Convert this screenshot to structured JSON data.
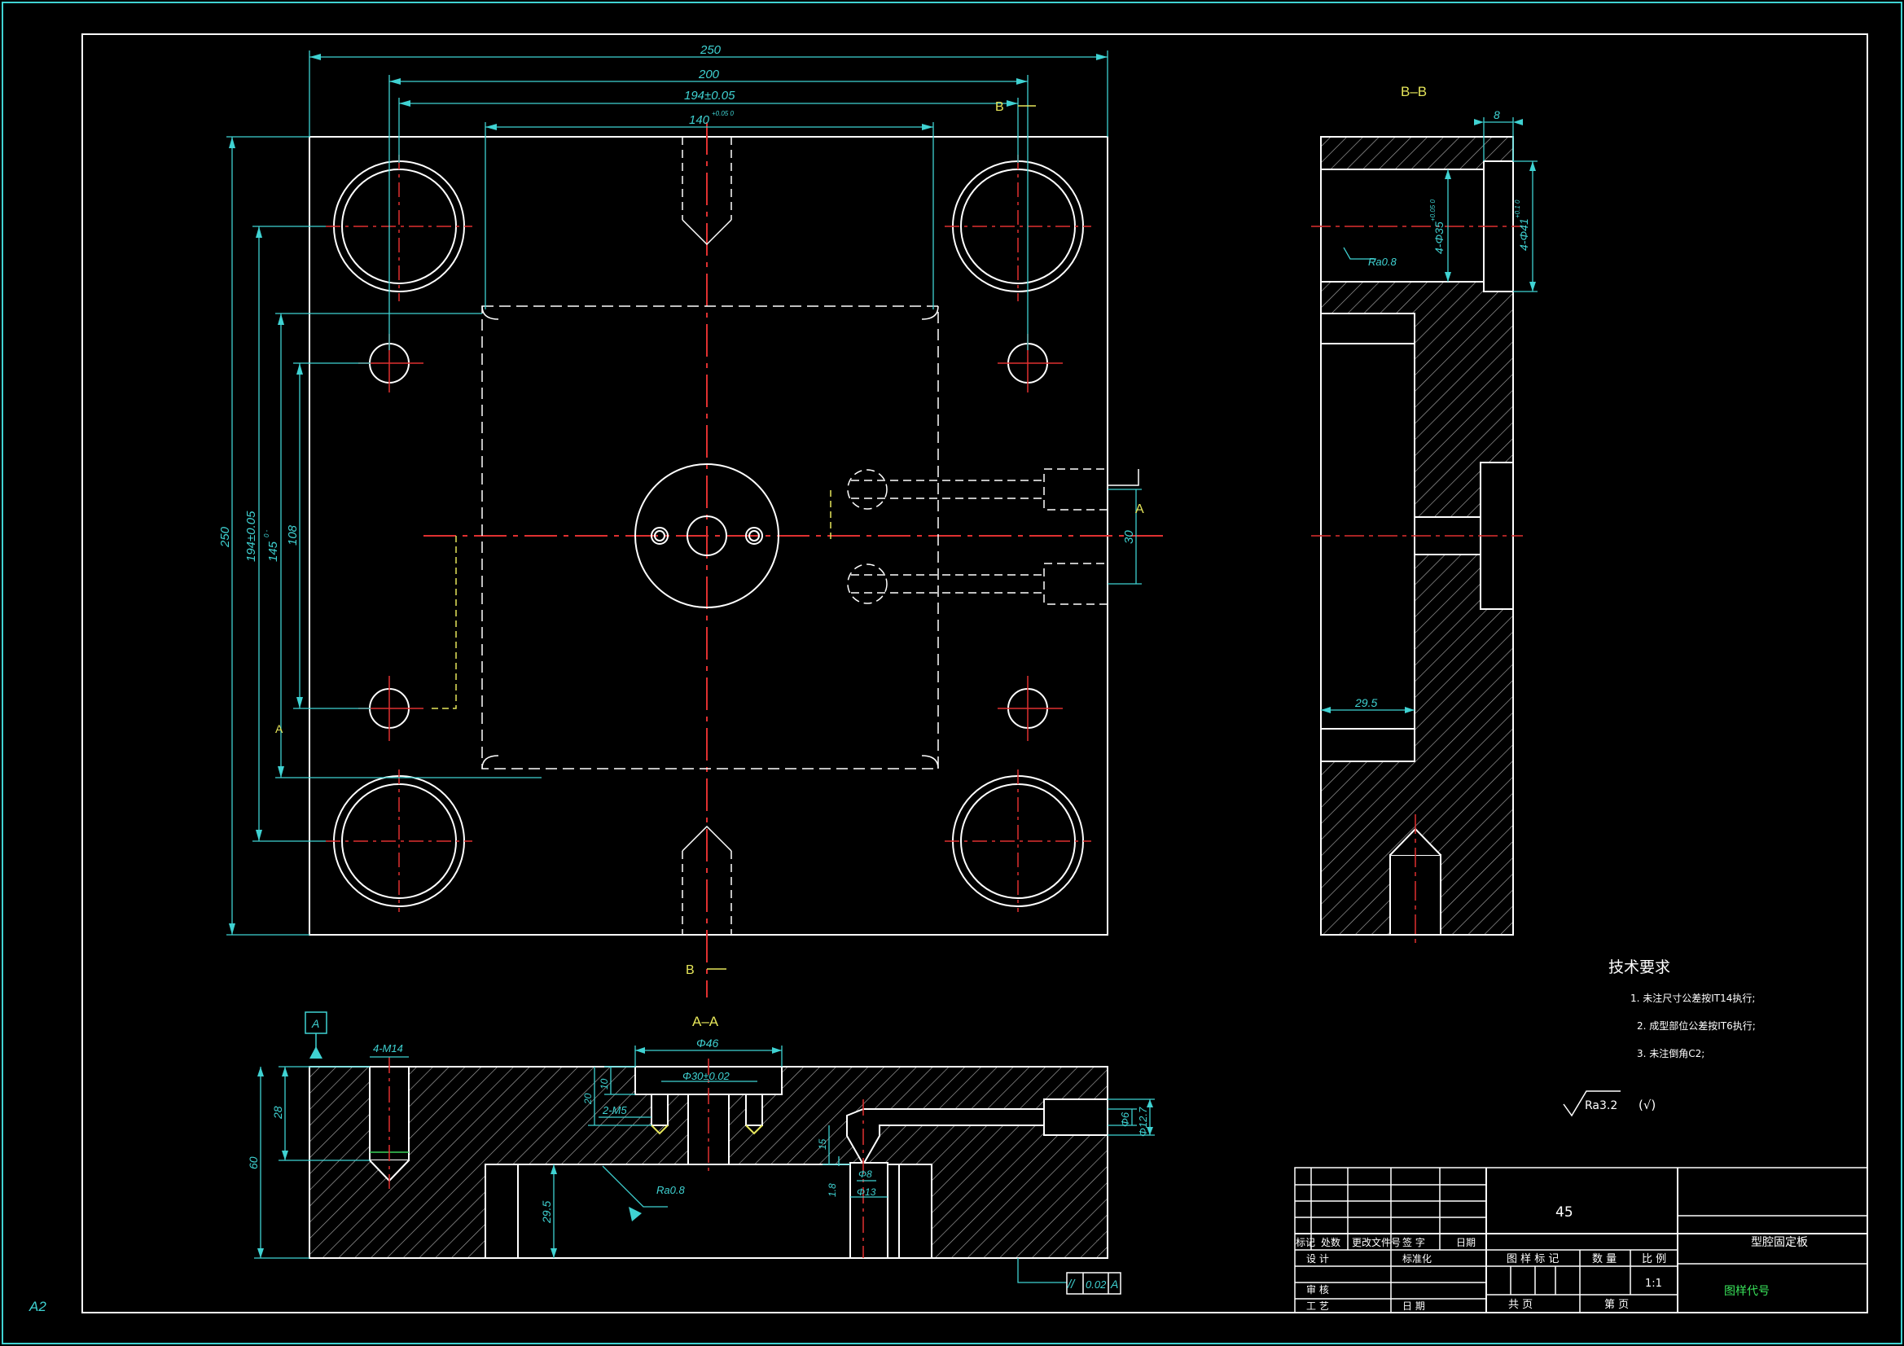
{
  "sheet": {
    "size_label": "A2"
  },
  "top_view": {
    "dims": {
      "width_250": "250",
      "width_200": "200",
      "width_194": "194±0.05",
      "width_140": "140",
      "width_140_tol": "+0.05 0",
      "height_250": "250",
      "height_194": "194±0.05",
      "height_145": "145",
      "height_145_tol": "0 -",
      "height_108": "108",
      "depth_30": "30"
    },
    "section_marks": {
      "b_top": "B",
      "b_bottom": "B",
      "a_right": "A",
      "a_left": "A"
    }
  },
  "section_bb": {
    "title": "B–B",
    "dims": {
      "d8": "8",
      "bore_35": "4-Φ35",
      "bore_35_tol": "+0.05 0",
      "bore_41": "4-Φ41",
      "bore_41_tol": "+0.1 0",
      "d29_5": "29.5"
    },
    "roughness": "Ra0.8"
  },
  "section_aa": {
    "title": "A–A",
    "datum": "A",
    "dims": {
      "m14": "4-M14",
      "d46": "Φ46",
      "d30": "Φ30±0.02",
      "d10": "10",
      "d20": "20",
      "m5": "2-M5",
      "d28": "28",
      "d60": "60",
      "d29_5": "29.5",
      "d15": "15",
      "d1_8": "1.8",
      "d8": "Φ8",
      "d13": "Φ13",
      "d6": "Φ6",
      "d12_7": "Φ12.7"
    },
    "roughness": "Ra0.8",
    "tolerance_frame": {
      "symbol": "//",
      "value": "0.02",
      "datum": "A"
    }
  },
  "tech_requirements": {
    "heading": "技术要求",
    "items": [
      "1. 未注尺寸公差按IT14执行;",
      "2. 成型部位公差按IT6执行;",
      "3. 未注倒角C2;"
    ],
    "roughness_general": "Ra3.2",
    "roughness_other": "(√)"
  },
  "title_block": {
    "material": "45",
    "part_name": "型腔固定板",
    "drawing_no": "图样代号",
    "scale": "1:1",
    "labels": {
      "mark": "标记",
      "count": "处数",
      "change_doc": "更改文件号",
      "sign": "签 字",
      "date": "日期",
      "design": "设 计",
      "standard": "标准化",
      "review": "审 核",
      "process": "工 艺",
      "date2": "日 期",
      "stage": "图 样 标 记",
      "qty": "数 量",
      "ratio": "比 例",
      "total": "共    页",
      "page": "第    页"
    }
  },
  "colors": {
    "outline": "#ffffff",
    "dimension": "#3fd2d2",
    "centerline": "#e03030",
    "label": "#e6e65a",
    "hatch": "#bfbfbf"
  }
}
